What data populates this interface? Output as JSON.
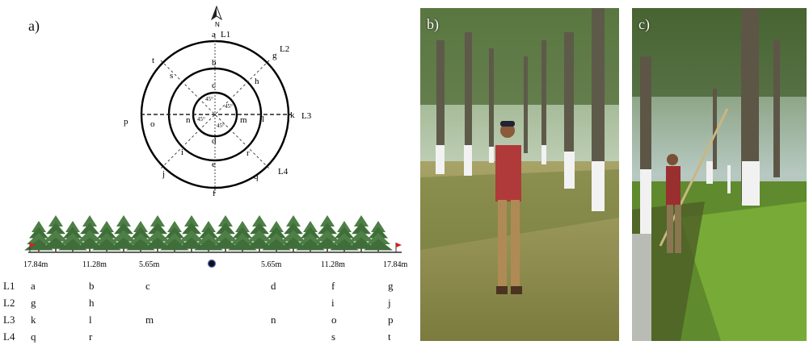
{
  "panel_a_label": "a)",
  "panel_b_label": "b)",
  "panel_c_label": "c)",
  "compass_label": "N",
  "line_labels": [
    "L1",
    "L2",
    "L3",
    "L4"
  ],
  "outer_points": [
    "a",
    "g",
    "k",
    "q",
    "f",
    "t",
    "p",
    "j"
  ],
  "middle_points": [
    "b",
    "h",
    "l",
    "r",
    "e",
    "i",
    "o",
    "s"
  ],
  "inner_points": [
    "c",
    "m",
    "d",
    "n"
  ],
  "angle_label": "45°",
  "distance_labels": [
    "17.84m",
    "11.28m",
    "5.65m",
    "5.65m",
    "11.28m",
    "17.84m"
  ],
  "table_rows": [
    {
      "label": "L1",
      "cells": [
        "a",
        "b",
        "c",
        "",
        "d",
        "f",
        "g"
      ]
    },
    {
      "label": "L2",
      "cells": [
        "g",
        "h",
        "",
        "",
        "",
        "i",
        "j"
      ]
    },
    {
      "label": "L3",
      "cells": [
        "k",
        "l",
        "m",
        "",
        "n",
        "o",
        "p"
      ]
    },
    {
      "label": "L4",
      "cells": [
        "q",
        "r",
        "",
        "",
        "",
        "s",
        "t"
      ]
    }
  ]
}
